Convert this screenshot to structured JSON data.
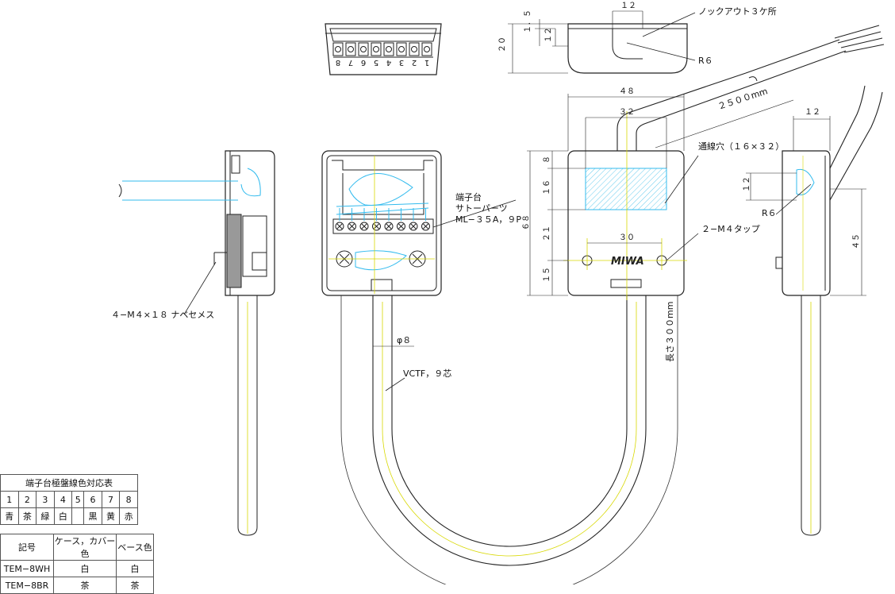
{
  "top_view": {
    "terminal_numbers": [
      "8",
      "7",
      "6",
      "5",
      "4",
      "3",
      "2",
      "1"
    ]
  },
  "labels": {
    "knockout": "ノックアウト３ケ所",
    "r6_top": "R６",
    "r6_side": "R６",
    "length_2500": "２５００mm",
    "through_hole": "通線穴（１６×３２）",
    "terminal_block_l1": "端子台",
    "terminal_block_l2": "サトーパーツ",
    "terminal_block_l3": "ML−３５A，９P",
    "tap": "２−M４タップ",
    "screw": "４−M４×１８ ナベセメス",
    "phi8": "φ８",
    "cable": "VCTF，９芯",
    "length_300": "長さ３００mm",
    "brand": "MIWA"
  },
  "dimensions": {
    "top_12": "１２",
    "top_15": "１．５",
    "top_12b": "１２",
    "top_20": "２０",
    "w48": "４８",
    "w32": "３２",
    "h8": "８",
    "h16": "１６",
    "h21": "２１",
    "h15": "１５",
    "h68": "６８",
    "w30": "３０",
    "side_12": "１２",
    "side_12b": "１２",
    "side_45": "４５"
  },
  "wire_table": {
    "title": "端子台極盤線色対応表",
    "numbers": [
      "1",
      "2",
      "3",
      "4",
      "5",
      "6",
      "7",
      "8"
    ],
    "colors": [
      "青",
      "茶",
      "緑",
      "白",
      "",
      "黒",
      "黄",
      "赤"
    ]
  },
  "model_table": {
    "headers": [
      "記号",
      "ケース，カバー色",
      "ベース色"
    ],
    "rows": [
      [
        "TEM−8WH",
        "白",
        "白"
      ],
      [
        "TEM−8BR",
        "茶",
        "茶"
      ]
    ]
  },
  "colors": {
    "line": "#222222",
    "center_line": "#d8d800",
    "hidden": "#33bbee",
    "hatch": "#66ccee"
  }
}
